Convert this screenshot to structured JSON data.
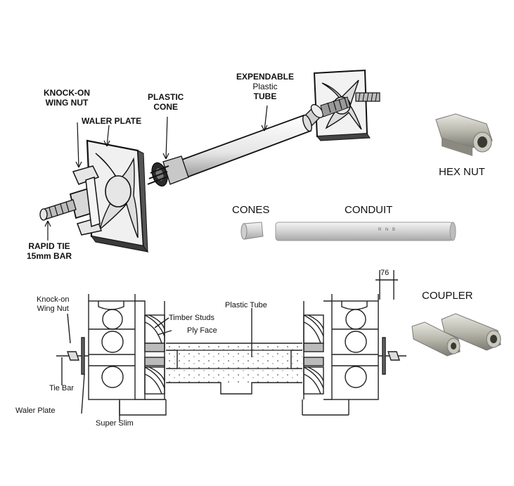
{
  "top_labels": {
    "knock_on_1": "KNOCK-ON",
    "knock_on_2": "WING NUT",
    "plastic_cone_1": "PLASTIC",
    "plastic_cone_2": "CONE",
    "expendable_1": "EXPENDABLE",
    "expendable_2": "Plastic",
    "expendable_3": "TUBE",
    "waler_plate": "WALER PLATE",
    "rapid_tie_1": "RAPID TIE",
    "rapid_tie_2": "15mm BAR"
  },
  "products": {
    "hex_nut": "HEX NUT",
    "cones": "CONES",
    "conduit": "CONDUIT",
    "conduit_marking": "R N B",
    "coupler": "COUPLER"
  },
  "section": {
    "dimension": "76",
    "knock_on_1": "Knock-on",
    "knock_on_2": "Wing Nut",
    "tie_bar": "Tie Bar",
    "waler_plate": "Waler Plate",
    "super_slim": "Super Slim",
    "timber_studs": "Timber Studs",
    "ply_face": "Ply Face",
    "plastic_tube": "Plastic Tube"
  }
}
